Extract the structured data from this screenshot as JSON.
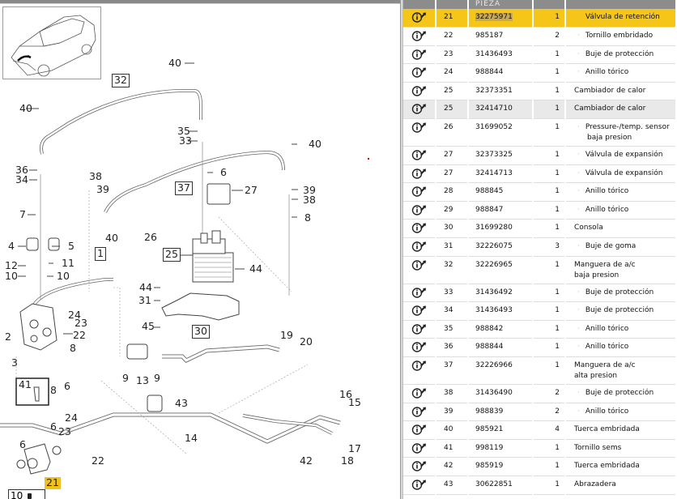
{
  "table": {
    "headers": [
      "",
      "",
      "PIEZA",
      "",
      ""
    ],
    "selected_pos": "21",
    "rows": [
      {
        "pos": "21",
        "part": "32275971",
        "qty": "1",
        "desc": "Válvula de retención",
        "desc2": "",
        "sub": true,
        "selected": true,
        "alt": false
      },
      {
        "pos": "22",
        "part": "985187",
        "qty": "2",
        "desc": "Tornillo embridado",
        "desc2": "",
        "sub": true,
        "selected": false,
        "alt": false
      },
      {
        "pos": "23",
        "part": "31436493",
        "qty": "1",
        "desc": "Buje de protección",
        "desc2": "",
        "sub": true,
        "selected": false,
        "alt": false
      },
      {
        "pos": "24",
        "part": "988844",
        "qty": "1",
        "desc": "Anillo tórico",
        "desc2": "",
        "sub": true,
        "selected": false,
        "alt": false
      },
      {
        "pos": "25",
        "part": "32373351",
        "qty": "1",
        "desc": "Cambiador de calor",
        "desc2": "",
        "sub": false,
        "selected": false,
        "alt": false
      },
      {
        "pos": "25",
        "part": "32414710",
        "qty": "1",
        "desc": "Cambiador de calor",
        "desc2": "",
        "sub": false,
        "selected": false,
        "alt": true
      },
      {
        "pos": "26",
        "part": "31699052",
        "qty": "1",
        "desc": "Pressure-/temp. sensor",
        "desc2": "baja presion",
        "sub": true,
        "selected": false,
        "alt": false
      },
      {
        "pos": "27",
        "part": "32373325",
        "qty": "1",
        "desc": "Válvula de expansión",
        "desc2": "",
        "sub": true,
        "selected": false,
        "alt": false
      },
      {
        "pos": "27",
        "part": "32414713",
        "qty": "1",
        "desc": "Válvula de expansión",
        "desc2": "",
        "sub": true,
        "selected": false,
        "alt": false
      },
      {
        "pos": "28",
        "part": "988845",
        "qty": "1",
        "desc": "Anillo tórico",
        "desc2": "",
        "sub": true,
        "selected": false,
        "alt": false
      },
      {
        "pos": "29",
        "part": "988847",
        "qty": "1",
        "desc": "Anillo tórico",
        "desc2": "",
        "sub": true,
        "selected": false,
        "alt": false
      },
      {
        "pos": "30",
        "part": "31699280",
        "qty": "1",
        "desc": "Consola",
        "desc2": "",
        "sub": false,
        "selected": false,
        "alt": false
      },
      {
        "pos": "31",
        "part": "32226075",
        "qty": "3",
        "desc": "Buje de goma",
        "desc2": "",
        "sub": true,
        "selected": false,
        "alt": false
      },
      {
        "pos": "32",
        "part": "32226965",
        "qty": "1",
        "desc": "Manguera de a/c",
        "desc2": "baja presion",
        "sub": false,
        "selected": false,
        "alt": false
      },
      {
        "pos": "33",
        "part": "31436492",
        "qty": "1",
        "desc": "Buje de protección",
        "desc2": "",
        "sub": true,
        "selected": false,
        "alt": false
      },
      {
        "pos": "34",
        "part": "31436493",
        "qty": "1",
        "desc": "Buje de protección",
        "desc2": "",
        "sub": true,
        "selected": false,
        "alt": false
      },
      {
        "pos": "35",
        "part": "988842",
        "qty": "1",
        "desc": "Anillo tórico",
        "desc2": "",
        "sub": true,
        "selected": false,
        "alt": false
      },
      {
        "pos": "36",
        "part": "988844",
        "qty": "1",
        "desc": "Anillo tórico",
        "desc2": "",
        "sub": true,
        "selected": false,
        "alt": false
      },
      {
        "pos": "37",
        "part": "32226966",
        "qty": "1",
        "desc": "Manguera de a/c",
        "desc2": "alta presion",
        "sub": false,
        "selected": false,
        "alt": false
      },
      {
        "pos": "38",
        "part": "31436490",
        "qty": "2",
        "desc": "Buje de protección",
        "desc2": "",
        "sub": true,
        "selected": false,
        "alt": false
      },
      {
        "pos": "39",
        "part": "988839",
        "qty": "2",
        "desc": "Anillo tórico",
        "desc2": "",
        "sub": true,
        "selected": false,
        "alt": false
      },
      {
        "pos": "40",
        "part": "985921",
        "qty": "4",
        "desc": "Tuerca embridada",
        "desc2": "",
        "sub": false,
        "selected": false,
        "alt": false
      },
      {
        "pos": "41",
        "part": "998119",
        "qty": "1",
        "desc": "Tornillo sems",
        "desc2": "",
        "sub": false,
        "selected": false,
        "alt": false
      },
      {
        "pos": "42",
        "part": "985919",
        "qty": "1",
        "desc": "Tuerca embridada",
        "desc2": "",
        "sub": false,
        "selected": false,
        "alt": false
      },
      {
        "pos": "43",
        "part": "30622851",
        "qty": "1",
        "desc": "Abrazadera",
        "desc2": "",
        "sub": false,
        "selected": false,
        "alt": false
      }
    ]
  },
  "diagram": {
    "highlight_color": "#f0c020",
    "scale_label": "10",
    "callouts": [
      {
        "id": "c40a",
        "text": "40"
      },
      {
        "id": "c32",
        "text": "32",
        "boxed": true
      },
      {
        "id": "c40b",
        "text": "40"
      },
      {
        "id": "c35",
        "text": "35"
      },
      {
        "id": "c33",
        "text": "33"
      },
      {
        "id": "c36",
        "text": "36"
      },
      {
        "id": "c34",
        "text": "34"
      },
      {
        "id": "c40c",
        "text": "40"
      },
      {
        "id": "c6a",
        "text": "6"
      },
      {
        "id": "c37",
        "text": "37",
        "boxed": true
      },
      {
        "id": "c27",
        "text": "27"
      },
      {
        "id": "c38a",
        "text": "38"
      },
      {
        "id": "c39a",
        "text": "39"
      },
      {
        "id": "c39b",
        "text": "39"
      },
      {
        "id": "c38b",
        "text": "38"
      },
      {
        "id": "c7",
        "text": "7"
      },
      {
        "id": "c8a",
        "text": "8"
      },
      {
        "id": "c4",
        "text": "4"
      },
      {
        "id": "c5",
        "text": "5"
      },
      {
        "id": "c26",
        "text": "26"
      },
      {
        "id": "c40d",
        "text": "40"
      },
      {
        "id": "c1",
        "text": "1",
        "boxed": true
      },
      {
        "id": "c12",
        "text": "12"
      },
      {
        "id": "c11",
        "text": "11"
      },
      {
        "id": "c10a",
        "text": "10"
      },
      {
        "id": "c10b",
        "text": "10"
      },
      {
        "id": "c25",
        "text": "25",
        "boxed": true
      },
      {
        "id": "c44a",
        "text": "44"
      },
      {
        "id": "c44b",
        "text": "44"
      },
      {
        "id": "c31",
        "text": "31"
      },
      {
        "id": "c24a",
        "text": "24"
      },
      {
        "id": "c23a",
        "text": "23"
      },
      {
        "id": "c2",
        "text": "2"
      },
      {
        "id": "c22a",
        "text": "22"
      },
      {
        "id": "c45",
        "text": "45"
      },
      {
        "id": "c30",
        "text": "30",
        "boxed": true
      },
      {
        "id": "c3",
        "text": "3"
      },
      {
        "id": "c8b",
        "text": "8"
      },
      {
        "id": "c19",
        "text": "19"
      },
      {
        "id": "c20",
        "text": "20"
      },
      {
        "id": "c41",
        "text": "41"
      },
      {
        "id": "c8c",
        "text": "8"
      },
      {
        "id": "c6b",
        "text": "6"
      },
      {
        "id": "c9a",
        "text": "9"
      },
      {
        "id": "c13",
        "text": "13"
      },
      {
        "id": "c9b",
        "text": "9"
      },
      {
        "id": "c43",
        "text": "43"
      },
      {
        "id": "c16",
        "text": "16"
      },
      {
        "id": "c15",
        "text": "15"
      },
      {
        "id": "c6c",
        "text": "6"
      },
      {
        "id": "c24b",
        "text": "24"
      },
      {
        "id": "c23b",
        "text": "23"
      },
      {
        "id": "c14",
        "text": "14"
      },
      {
        "id": "c17",
        "text": "17"
      },
      {
        "id": "c6d",
        "text": "6"
      },
      {
        "id": "c22b",
        "text": "22"
      },
      {
        "id": "c42",
        "text": "42"
      },
      {
        "id": "c18",
        "text": "18"
      },
      {
        "id": "c21",
        "text": "21",
        "highlight": true
      }
    ]
  }
}
